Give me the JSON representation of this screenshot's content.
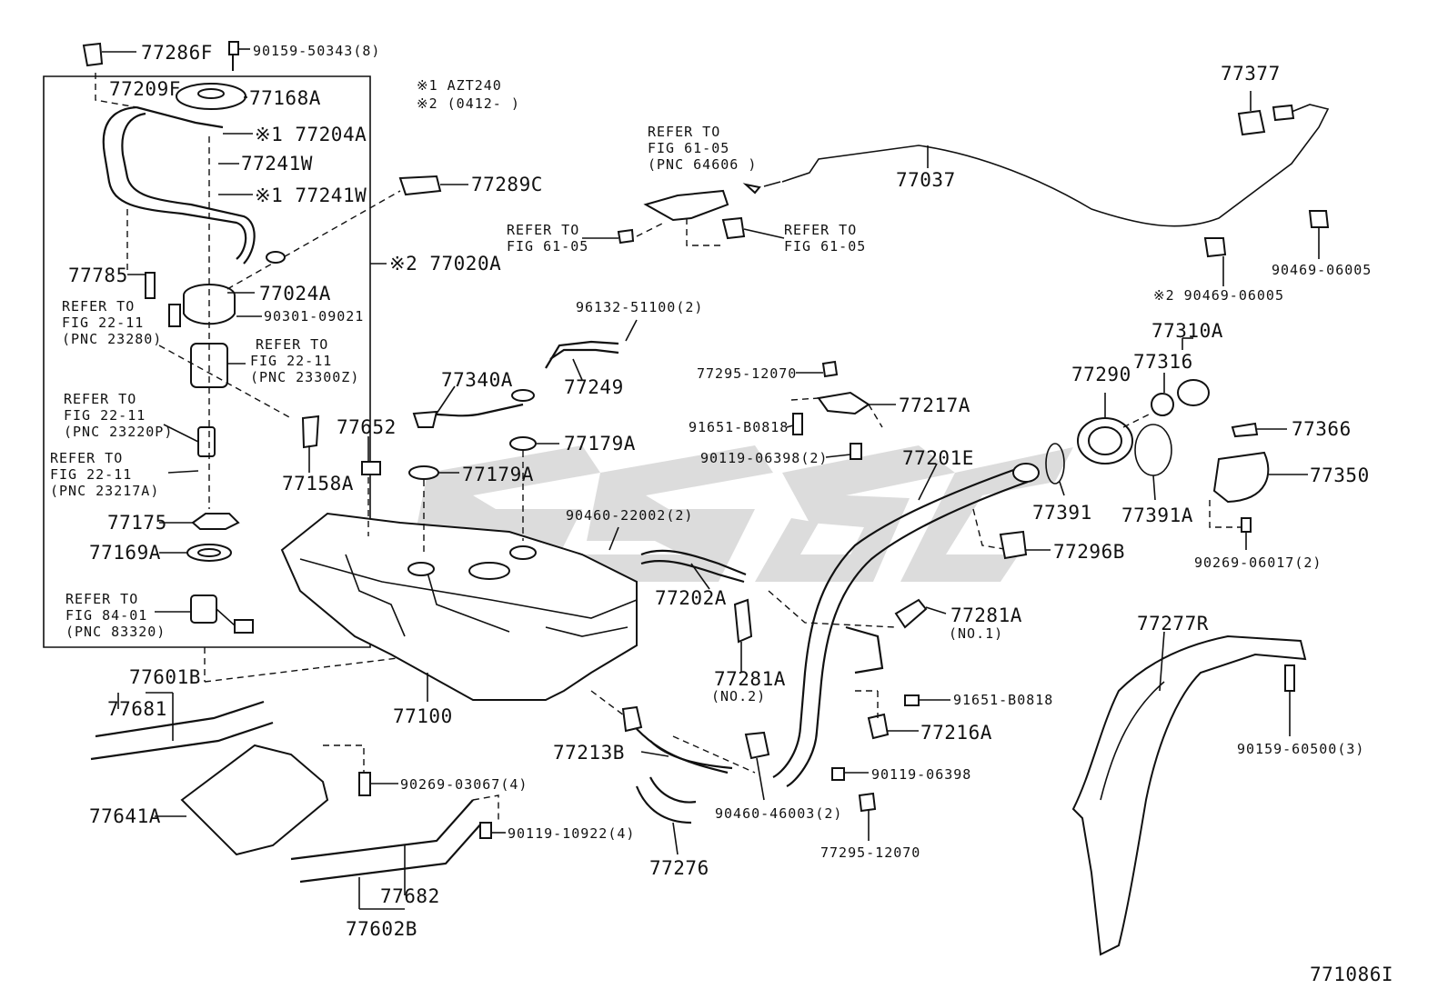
{
  "notes": {
    "note1": "※1 AZT240",
    "note2": "※2 (0412-    )"
  },
  "figure_code": "771086I",
  "watermark": "SSG",
  "labels": {
    "p77286F": "77286F",
    "p90159_50343": "90159-50343(8)",
    "p77209F": "77209F",
    "p77168A": "77168A",
    "p77204A": "※1 77204A",
    "p77241W_a": "77241W",
    "p77241W_b": "※1 77241W",
    "p77289C": "77289C",
    "p77020A": "※2 77020A",
    "p77785": "77785",
    "p77024A": "77024A",
    "p90301_09021": "90301-09021",
    "p77175": "77175",
    "p77169A": "77169A",
    "p77158A": "77158A",
    "p77652": "77652",
    "p77340A": "77340A",
    "p96132_51100": "96132-51100(2)",
    "p77249": "77249",
    "p77179A_a": "77179A",
    "p77179A_b": "77179A",
    "p90460_22002": "90460-22002(2)",
    "p77202A": "77202A",
    "p77100": "77100",
    "p77601B": "77601B",
    "p77681": "77681",
    "p77641A": "77641A",
    "p90269_03067": "90269-03067(4)",
    "p90119_10922": "90119-10922(4)",
    "p77682": "77682",
    "p77602B": "77602B",
    "p77213B": "77213B",
    "p77276": "77276",
    "p90460_46003": "90460-46003(2)",
    "p77281A_a": "77281A",
    "p77281A_a_no": "(NO.2)",
    "p77281A_b": "77281A",
    "p77281A_b_no": "(NO.1)",
    "p77295_12070_a": "77295-12070",
    "p77217A": "77217A",
    "p91651_B0818_a": "91651-B0818",
    "p90119_06398_2": "90119-06398(2)",
    "p77201E": "77201E",
    "p77296B": "77296B",
    "p91651_B0818_b": "91651-B0818",
    "p77216A": "77216A",
    "p90119_06398": "90119-06398",
    "p77295_12070_b": "77295-12070",
    "p77037": "77037",
    "p77377": "77377",
    "p90469_06005_a": "90469-06005",
    "p90469_06005_b": "※2 90469-06005",
    "p77310A": "77310A",
    "p77290": "77290",
    "p77316": "77316",
    "p77391": "77391",
    "p77391A": "77391A",
    "p77366": "77366",
    "p77350": "77350",
    "p90269_06017": "90269-06017(2)",
    "p77277R": "77277R",
    "p90159_60500": "90159-60500(3)"
  },
  "refs": {
    "r1": [
      "REFER TO",
      "FIG 22-11",
      "(PNC 23280)"
    ],
    "r2": [
      "REFER TO",
      "FIG 22-11",
      "(PNC 23300Z)"
    ],
    "r3": [
      "REFER TO",
      "FIG 22-11",
      "(PNC 23220P)"
    ],
    "r4": [
      "REFER TO",
      "FIG 22-11",
      "(PNC 23217A)"
    ],
    "r5": [
      "REFER TO",
      "FIG 84-01",
      "(PNC 83320)"
    ],
    "r6": [
      "REFER TO",
      "FIG 61-05",
      "(PNC 64606 )"
    ],
    "r7": [
      "REFER TO",
      "FIG 61-05"
    ],
    "r8": [
      "REFER TO",
      "FIG 61-05"
    ]
  }
}
